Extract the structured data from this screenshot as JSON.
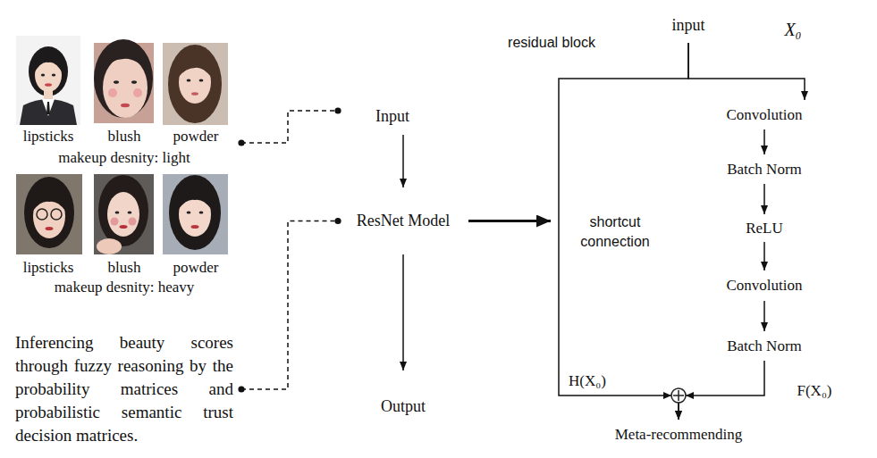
{
  "diagram": {
    "nodes": [
      {
        "text": []
      },
      {
        "text": [
          "lipsticks",
          "blush",
          "powder",
          "makeup desnity: light"
        ],
        "in": 0
      },
      {
        "text": [
          "lipsticks",
          "blush",
          "powder",
          "makeup desnity: heavy"
        ],
        "in": 0
      },
      {
        "text": [
          "Inferencing beauty scores through fuzzy reasoning by the probability matrices and probabilistic semantic trust decision matrices."
        ]
      },
      {
        "text": [
          "Input"
        ]
      },
      {
        "text": [
          "ResNet Model"
        ]
      },
      {
        "text": [
          "Output"
        ]
      },
      {
        "text": [
          "residual block"
        ]
      },
      {
        "text": [
          "input"
        ]
      },
      {
        "text": [],
        "in": 7
      },
      {
        "text": [
          "Convolution"
        ],
        "in": 9
      },
      {
        "text": [
          "Batch Norm"
        ],
        "in": 9
      },
      {
        "text": [
          "ReLU"
        ],
        "in": 9
      },
      {
        "text": [
          "Convolution"
        ],
        "in": 9
      },
      {
        "text": [
          "Batch Norm"
        ],
        "in": 9
      },
      {
        "text": [
          "Meta-recommending"
        ],
        "in": 7
      }
    ],
    "edges": [
      {
        "from": 0,
        "to": 4,
        "arrow": "none"
      },
      {
        "from": 3,
        "to": 5,
        "arrow": "none"
      },
      {
        "from": 4,
        "to": 5,
        "arrow": "to"
      },
      {
        "from": 5,
        "to": 6,
        "arrow": "to"
      },
      {
        "from": 5,
        "to": 7,
        "arrow": "to"
      },
      {
        "from": 8,
        "to": 10,
        "arrow": "to"
      },
      {
        "from": 10,
        "to": 11,
        "arrow": "to"
      },
      {
        "from": 11,
        "to": 12,
        "arrow": "to"
      },
      {
        "from": 12,
        "to": 13,
        "arrow": "to"
      },
      {
        "from": 13,
        "to": 14,
        "arrow": "to"
      },
      {
        "from": 14,
        "to": 15,
        "arrow": "to"
      },
      {
        "from": 8,
        "to": 15,
        "arrow": "to"
      }
    ],
    "labels": [
      "X₀",
      "shortcut connection",
      "H(X₀)",
      "F(X₀)"
    ]
  }
}
